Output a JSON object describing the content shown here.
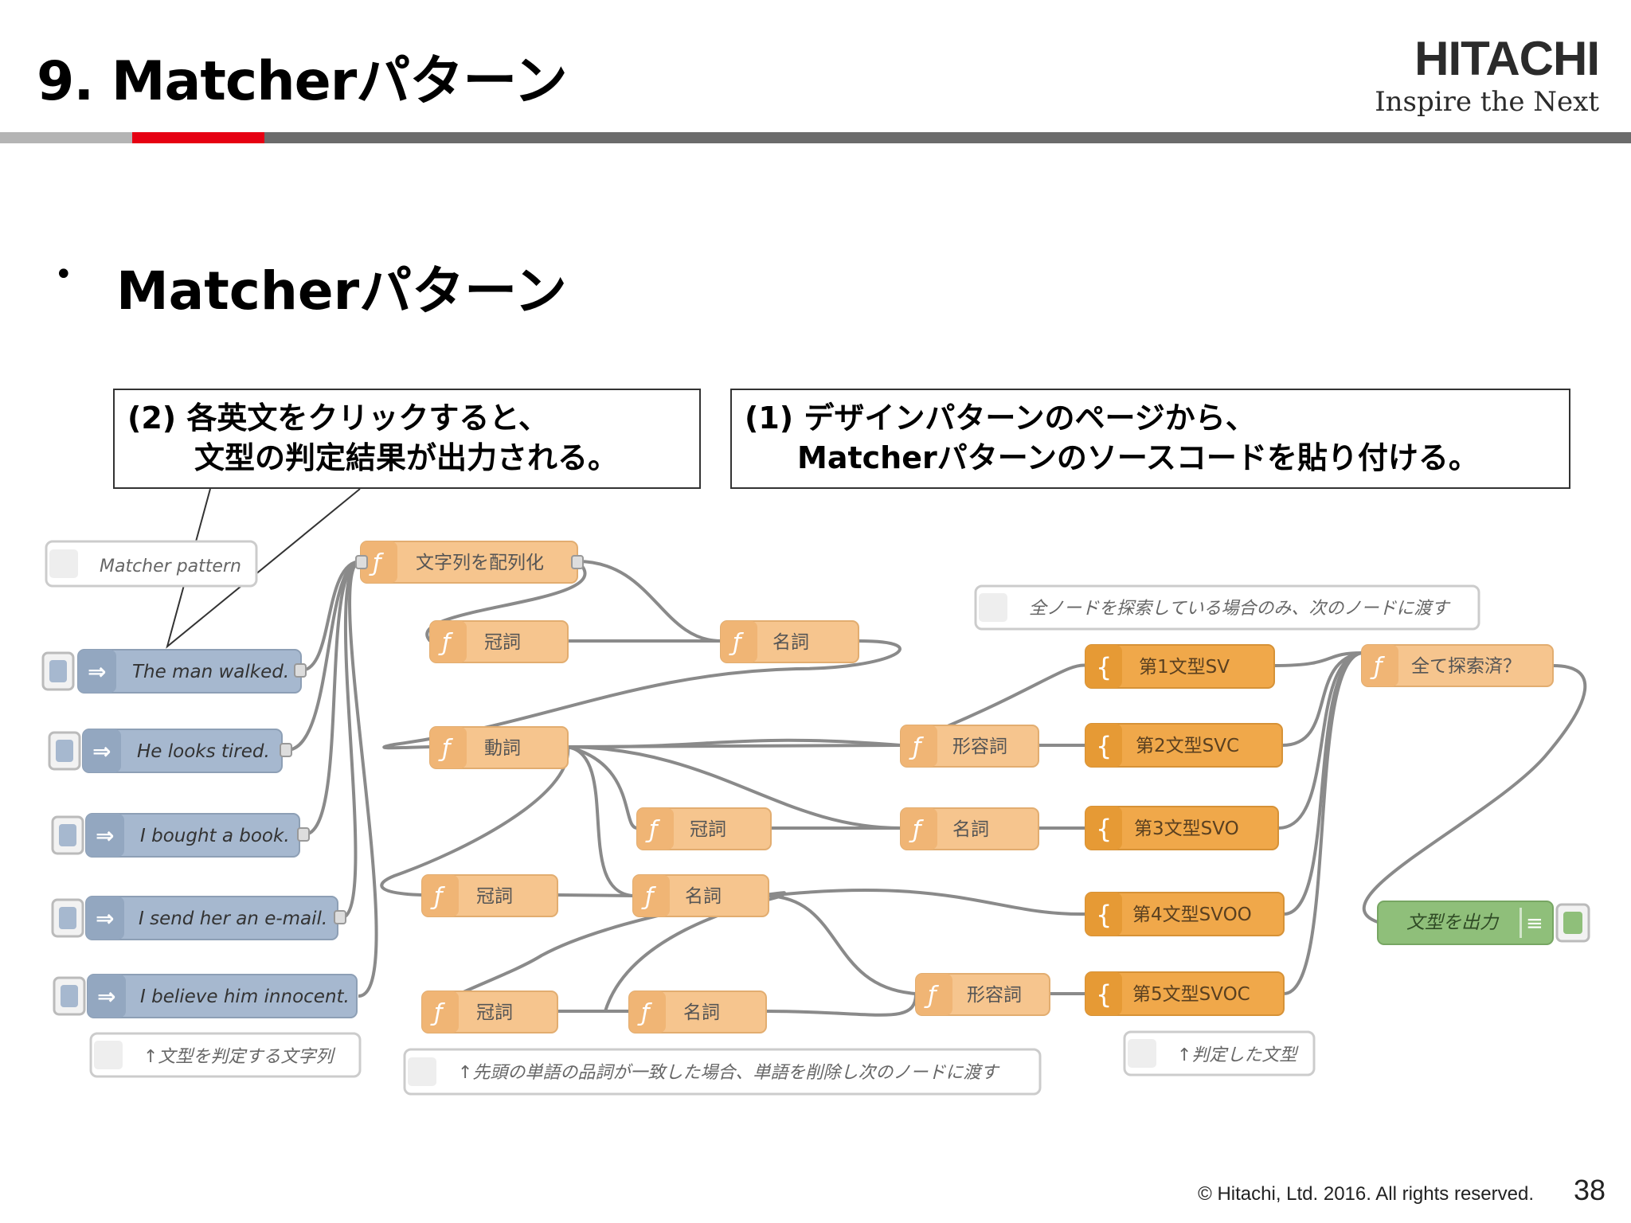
{
  "slide": {
    "title": "9. Matcherパターン",
    "bullet": "Matcherパターン",
    "page_number": "38",
    "copyright": "© Hitachi, Ltd. 2016. All rights reserved."
  },
  "brand": {
    "name": "HITACHI",
    "tagline": "Inspire the Next"
  },
  "colors": {
    "accent_red": "#e60012",
    "rule_grey": "#6b6b6b",
    "inject": "#a6b8cf",
    "function": "#f6c58e",
    "switch": "#f0a84a",
    "debug": "#8fbf7a"
  },
  "callouts": {
    "step2": {
      "line1": "(2) 各英文をクリックすると、",
      "line2": "文型の判定結果が出力される。"
    },
    "step1": {
      "line1": "(1) デザインパターンのページから、",
      "line2": "Matcherパターンのソースコードを貼り付ける。"
    }
  },
  "flow": {
    "comments": {
      "header": "Matcher pattern",
      "search_note": "全ノードを探索している場合のみ、次のノードに渡す",
      "inject_note": "↑文型を判定する文字列",
      "function_note": "↑先頭の単語の品詞が一致した場合、単語を削除し次のノードに渡す",
      "output_note": "↑判定した文型"
    },
    "inject": [
      "The man walked.",
      "He looks tired.",
      "I bought a book.",
      "I send her an e-mail.",
      "I believe him innocent."
    ],
    "functions": {
      "to_array": "文字列を配列化",
      "article_1": "冠詞",
      "noun_1": "名詞",
      "verb": "動詞",
      "adjective_1": "形容詞",
      "article_2": "冠詞",
      "noun_2": "名詞",
      "article_3": "冠詞",
      "noun_3": "名詞",
      "article_4": "冠詞",
      "noun_4": "名詞",
      "adjective_2": "形容詞",
      "all_searched": "全て探索済？"
    },
    "switches": {
      "sv": "第1文型SV",
      "svc": "第2文型SVC",
      "svo": "第3文型SVO",
      "svoo": "第4文型SVOO",
      "svoc": "第5文型SVOC"
    },
    "debug": "文型を出力"
  }
}
